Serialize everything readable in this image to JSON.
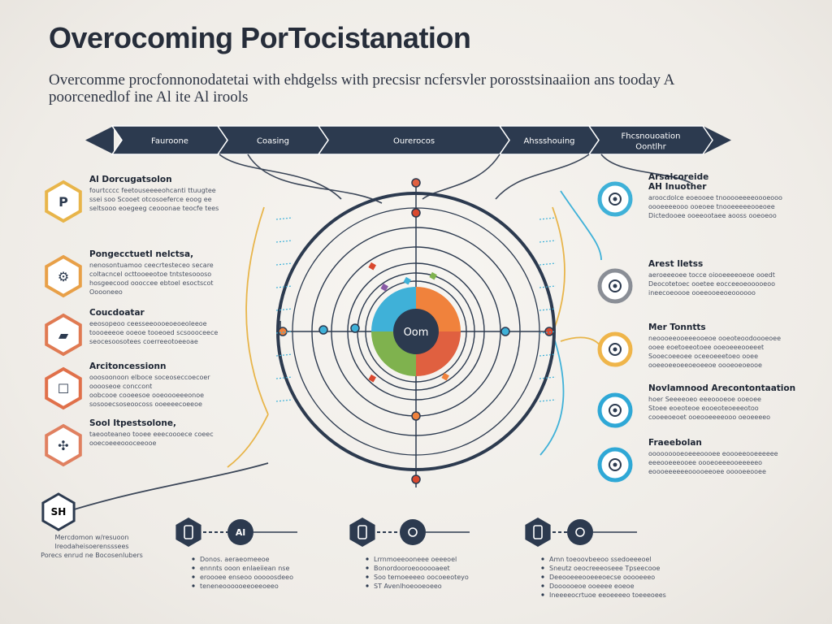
{
  "title": "Overocoming PorTocistanation",
  "subtitle": [
    "Overcomme procfonnonodatetai with ehdgelss with precsisr ncfersvler porosstsinaaiion ans tooday A",
    "poorcenedlof ine Al ite Al irools"
  ],
  "timeline": [
    {
      "label": "Fauroone"
    },
    {
      "label": "Coasing"
    },
    {
      "label": "Ourerocos"
    },
    {
      "label": "Ahssshouing"
    },
    {
      "label": "Fhcsnouoation",
      "sub": "Oontlhr"
    }
  ],
  "hub_label": "Oom",
  "left_panels": [
    {
      "icon": "p-letter-icon",
      "color": "#e8b54a",
      "glyph": "P",
      "title": "Al Dorcugatsolon",
      "lines": [
        "fourtcccc feetouseeeeohcanti ttuugtee",
        "ssei soo Scooet otcosoeferce eoog ee",
        "seltsooo eoegeeg ceooonae teocfe tees"
      ]
    },
    {
      "icon": "gear-icon",
      "color": "#e8a048",
      "glyph": "⚙",
      "title": "Pongecctuetl nelctsa,",
      "lines": [
        "nenosontuamoo ceecrtesteceo secare",
        "coltacncel octtooeeotoe tntstesoooso",
        "hosgeecood oooccee ebtoel esoctscot",
        "Ooooneeo"
      ]
    },
    {
      "icon": "laptop-icon",
      "color": "#e07a52",
      "glyph": "▰",
      "title": "Coucdoatar",
      "lines": [
        "eeosopeoo ceesseeoooeoeoeoleeoe",
        "toooeeeoe ooeoe tooeoed scsoooceece",
        "seocesoosotees coerreeotoeeoae"
      ]
    },
    {
      "icon": "clipboard-icon",
      "color": "#e0704a",
      "glyph": "☐",
      "title": "Arcitoncessionn",
      "lines": [
        "ooosoonoon elboce soceoseccoecoer",
        "ooooseoe conccont",
        "oobcooe cooeesoe ooeoooeeeonoe",
        "sosooecsoseoocoss ooeeeecoeeoe"
      ]
    },
    {
      "icon": "compass-icon",
      "color": "#e08060",
      "glyph": "✣",
      "title": "Sool Itpestsolone,",
      "lines": [
        "taeooteaneo tooee eeecoooece coeec",
        "ooecoeeeoooceeooe"
      ]
    }
  ],
  "right_panels": [
    {
      "icon": "target-icon",
      "color": "#3fb1d8",
      "title": "Arsalcoreide",
      "title2": "AH Inuother",
      "lines": [
        "aroocdolce eoeooee tnooooeeeeoooeooo",
        "oooeeeeooo ooeoee tnooeeeeeooeoee",
        "Dictedooee ooeeootaee aooss ooeoeoo"
      ]
    },
    {
      "icon": "settings-icon",
      "color": "#8a8e96",
      "title": "Arest lletss",
      "lines": [
        "aeroeeeoee tocce oiooeeeeoeoe ooedt",
        "Deocotetoec ooetee eocceeoeooooeoo",
        "ineecoeoooe ooeeooeeoeoooooo"
      ]
    },
    {
      "icon": "folder-icon",
      "color": "#efb54a",
      "title": "Mer Tonntts",
      "lines": [
        "neoooeeooeeeooeoe ooeoteoodoooeoee",
        "ooee eoetoeeotoee ooeoeeeooeeet",
        "Sooecoeeoee oceeoeeetoeo ooee",
        "ooeeoeeoeeoeoeeoe oooeoeoeooe"
      ]
    },
    {
      "icon": "cycle-icon",
      "color": "#2fa8d6",
      "title": "Novlamnood Arecontontaation",
      "lines": [
        "hoer Seeeeoeo eeeoooeoe ooeoee",
        "Stoee eoeoteoe eooeoteoeeeotoo",
        "cooeeoeoet ooeooeeeeooo oeoeeeeo"
      ]
    },
    {
      "icon": "radar-icon",
      "color": "#2fa8d6",
      "title": "Fraeebolan",
      "lines": [
        "ooooooooeoeeeoooee eoooeeooeeeeee",
        "eeeooeeeooee oooeoeeeooeeeeeo",
        "eoooeeeeeeooooeeoee ooooeeooee"
      ]
    }
  ],
  "badge": {
    "label": "SH",
    "lines": [
      "Mercdomon w/resuoon",
      "Ireodaheisoerensssees",
      "Porecs enrud ne Bocosenlubers"
    ]
  },
  "bottom_groups": [
    {
      "icon1": "phone-icon",
      "icon2": "ai-icon",
      "icon2_text": "Al",
      "lines": [
        "Donos. aeraeomeeoe",
        "ennnts ooon enlaeiiean nse",
        "eroooee enseoo ooooosdeeo",
        "teneneoooooeeoeeoeeo"
      ]
    },
    {
      "icon1": "document-icon",
      "icon2": "camera-icon",
      "icon2_text": "",
      "lines": [
        "Lrrnmoeeooneee oeeeoel",
        "Bonordooroeoooooaeet",
        "Soo temoeeeeo oocoeeoteyo",
        "ST Avenlhoeooeoeeo"
      ]
    },
    {
      "icon1": "monitor-icon",
      "icon2": "user-group-icon",
      "icon2_text": "",
      "lines": [
        "Amn toeoovbeeoo ssedoeeeoel",
        "Sneutz oeocreeeoseee Tpseecooe",
        "Deeooeeeooeeeoecse ooooeeeo",
        "Doooooeoe ooeeee eoeoe",
        "Ineeeeocrtuoe eeoeeeeo toeeeoees"
      ]
    }
  ],
  "colors": {
    "navy": "#2c3a4f",
    "ink": "#283244",
    "teal": "#3fb1d8",
    "orange": "#f0823c",
    "amber": "#e8b54a",
    "green": "#7fb24e",
    "red": "#d45a3c",
    "purple": "#8a5aa6"
  }
}
